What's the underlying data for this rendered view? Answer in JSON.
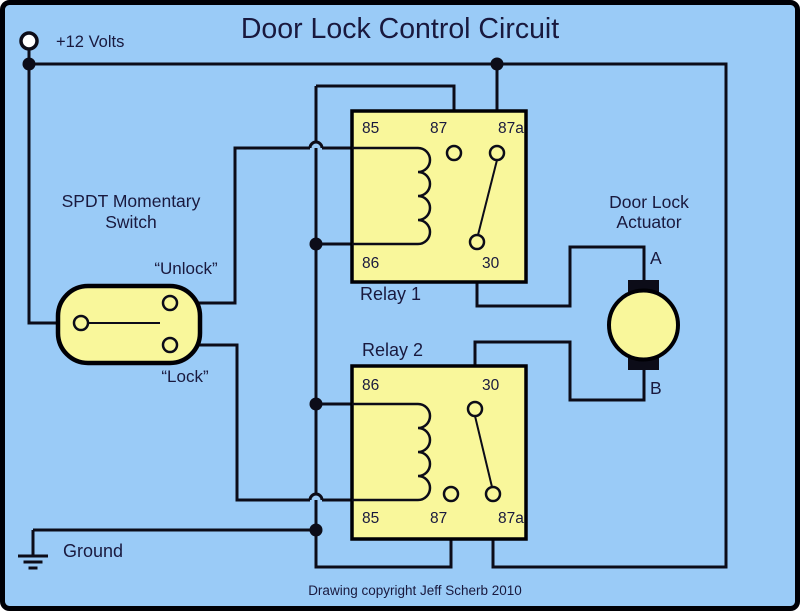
{
  "diagram": {
    "title": "Door Lock Control Circuit",
    "copyright": "Drawing copyright Jeff Scherb 2010"
  },
  "colors": {
    "background": "#9acbf7",
    "component_fill": "#f9f79b",
    "wire": "#0c0c18",
    "text": "#19193e",
    "border": "#000005",
    "terminal_fill": "#ffffff"
  },
  "power": {
    "label": "+12 Volts"
  },
  "ground_node": {
    "label": "Ground"
  },
  "momentary_switch": {
    "title_line1": "SPDT Momentary",
    "title_line2": "Switch",
    "unlock_label": "“Unlock”",
    "lock_label": "“Lock”"
  },
  "relay1": {
    "name": "Relay 1",
    "pins": {
      "top_left": "85",
      "top_mid": "87",
      "top_right": "87a",
      "bottom_left": "86",
      "bottom_right": "30"
    }
  },
  "relay2": {
    "name": "Relay 2",
    "pins": {
      "top_left": "86",
      "top_right": "30",
      "bottom_left": "85",
      "bottom_mid": "87",
      "bottom_right": "87a"
    }
  },
  "actuator": {
    "title_line1": "Door Lock",
    "title_line2": "Actuator",
    "terminal_a": "A",
    "terminal_b": "B"
  }
}
